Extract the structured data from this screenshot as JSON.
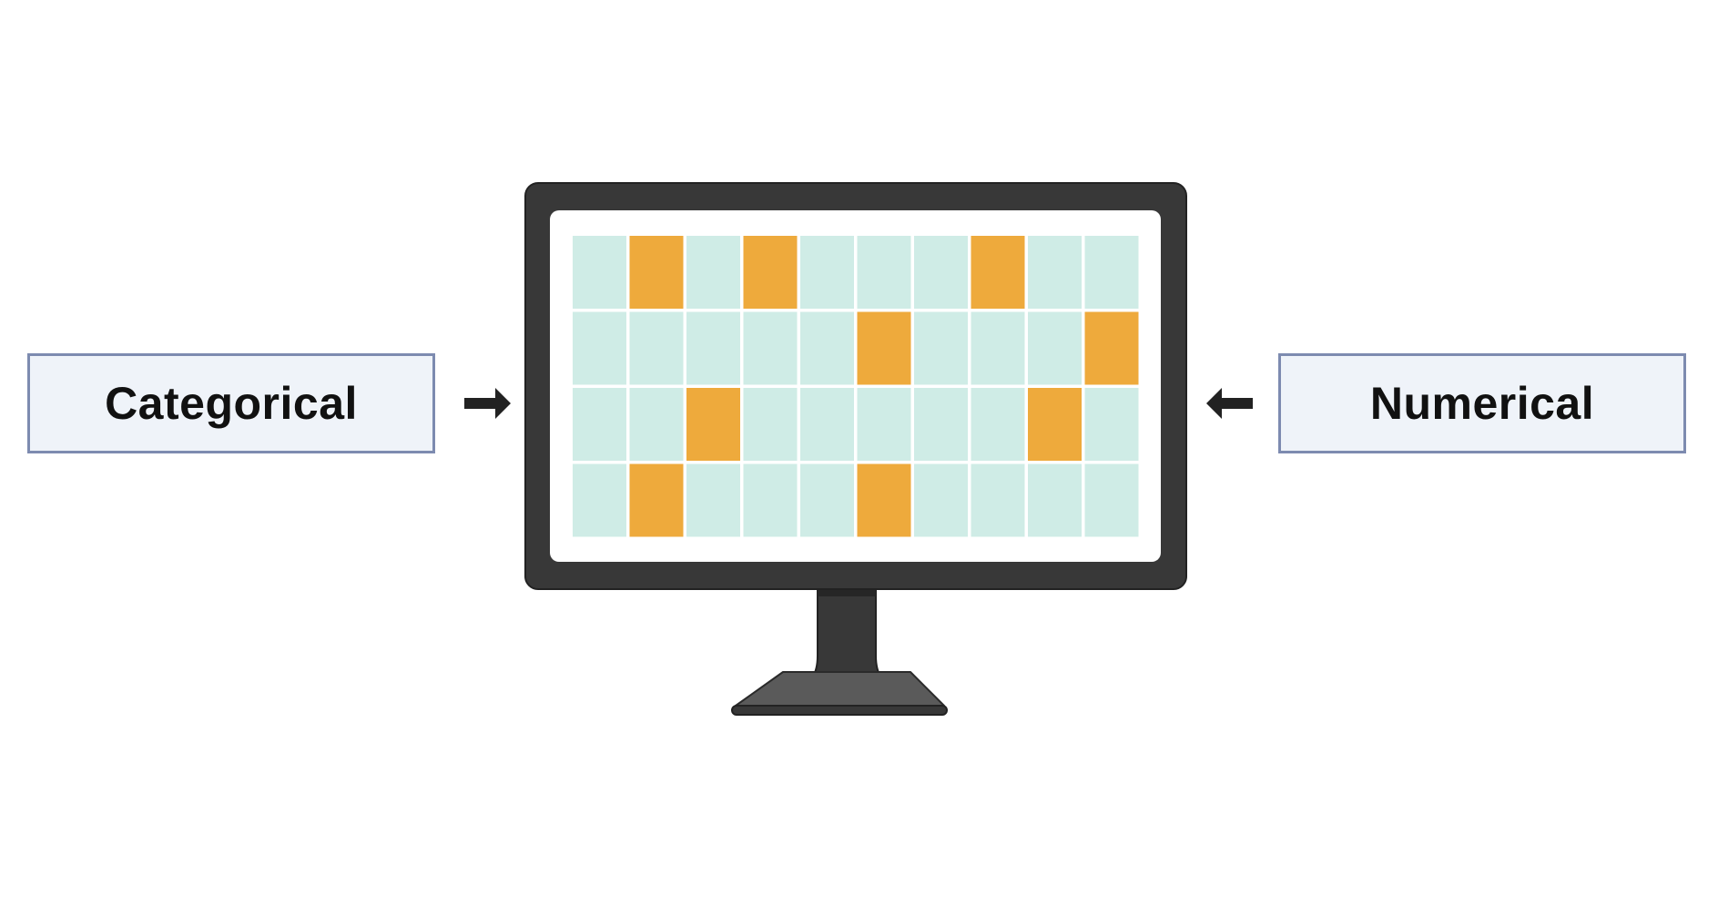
{
  "labels": {
    "left": "Categorical",
    "right": "Numerical"
  },
  "colors": {
    "box_fill": "#eff3f9",
    "box_border": "#7d8bb0",
    "monitor_frame": "#383838",
    "cell_default": "#cfece6",
    "cell_highlight": "#eeaa3c",
    "stand_base": "#5a5a5a",
    "arrow": "#222222"
  },
  "grid": {
    "rows": 4,
    "cols": 10,
    "highlighted": [
      [
        0,
        1
      ],
      [
        0,
        3
      ],
      [
        0,
        7
      ],
      [
        1,
        5
      ],
      [
        1,
        9
      ],
      [
        2,
        2
      ],
      [
        2,
        8
      ],
      [
        3,
        1
      ],
      [
        3,
        5
      ]
    ]
  },
  "icons": {
    "left_arrow": "arrow-right-icon",
    "right_arrow": "arrow-left-icon",
    "monitor": "monitor-icon"
  }
}
